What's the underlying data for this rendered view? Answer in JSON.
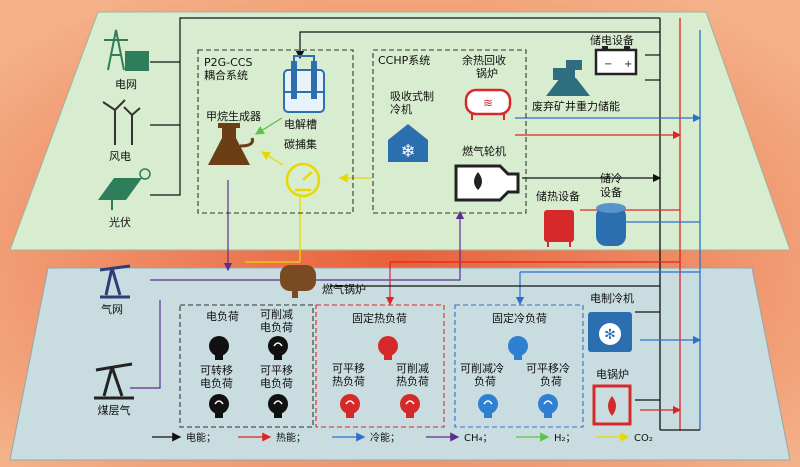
{
  "colors": {
    "background": "#F2A070",
    "upper_plane": "#D8EDCF",
    "lower_plane": "#C9DDE0",
    "electric": "#111111",
    "heat": "#E02424",
    "cooling": "#2F6FCC",
    "ch4": "#5A2D91",
    "h2": "#5BC24A",
    "co2": "#F5E400",
    "icon_green": "#2E7D5B",
    "icon_brown": "#6B3E16",
    "icon_blue": "#2C6FB0",
    "icon_red": "#D62A2A"
  },
  "sources_upper": {
    "grid": "电网",
    "wind": "风电",
    "pv": "光伏"
  },
  "p2g_ccs": {
    "title_line1": "P2G-CCS",
    "title_line2": "耦合系统",
    "methanator": "甲烷生成器",
    "electrolyzer": "电解槽",
    "carbon_capture": "碳捕集"
  },
  "cchp": {
    "title": "CCHP系统",
    "absorption_chiller_line1": "吸收式制",
    "absorption_chiller_line2": "冷机",
    "waste_heat_boiler_line1": "余热回收",
    "waste_heat_boiler_line2": "锅炉",
    "gas_turbine": "燃气轮机"
  },
  "storage": {
    "electric_storage": "储电设备",
    "gravity_storage": "废弃矿井重力储能",
    "heat_storage": "储热设备",
    "cold_storage_line1": "储冷",
    "cold_storage_line2": "设备"
  },
  "sources_lower": {
    "gas_network": "气网",
    "coalbed_methane": "煤层气",
    "gas_boiler": "燃气锅炉"
  },
  "electric_load": {
    "title": "电负荷",
    "reducible_line1": "可削减",
    "reducible_line2": "电负荷",
    "transferable_line1": "可转移",
    "transferable_line2": "电负荷",
    "shiftable_line1": "可平移",
    "shiftable_line2": "电负荷"
  },
  "heat_load": {
    "title": "固定热负荷",
    "shiftable_line1": "可平移",
    "shiftable_line2": "热负荷",
    "reducible_line1": "可削减",
    "reducible_line2": "热负荷"
  },
  "cool_load": {
    "title": "固定冷负荷",
    "reducible_line1": "可削减冷",
    "reducible_line2": "负荷",
    "shiftable_line1": "可平移冷",
    "shiftable_line2": "负荷"
  },
  "right_devices": {
    "electric_chiller": "电制冷机",
    "electric_boiler": "电锅炉"
  },
  "legend": {
    "electric": "电能；",
    "heat": "热能；",
    "cooling": "冷能；",
    "ch4": "CH₄；",
    "h2": "H₂；",
    "co2": "CO₂"
  }
}
